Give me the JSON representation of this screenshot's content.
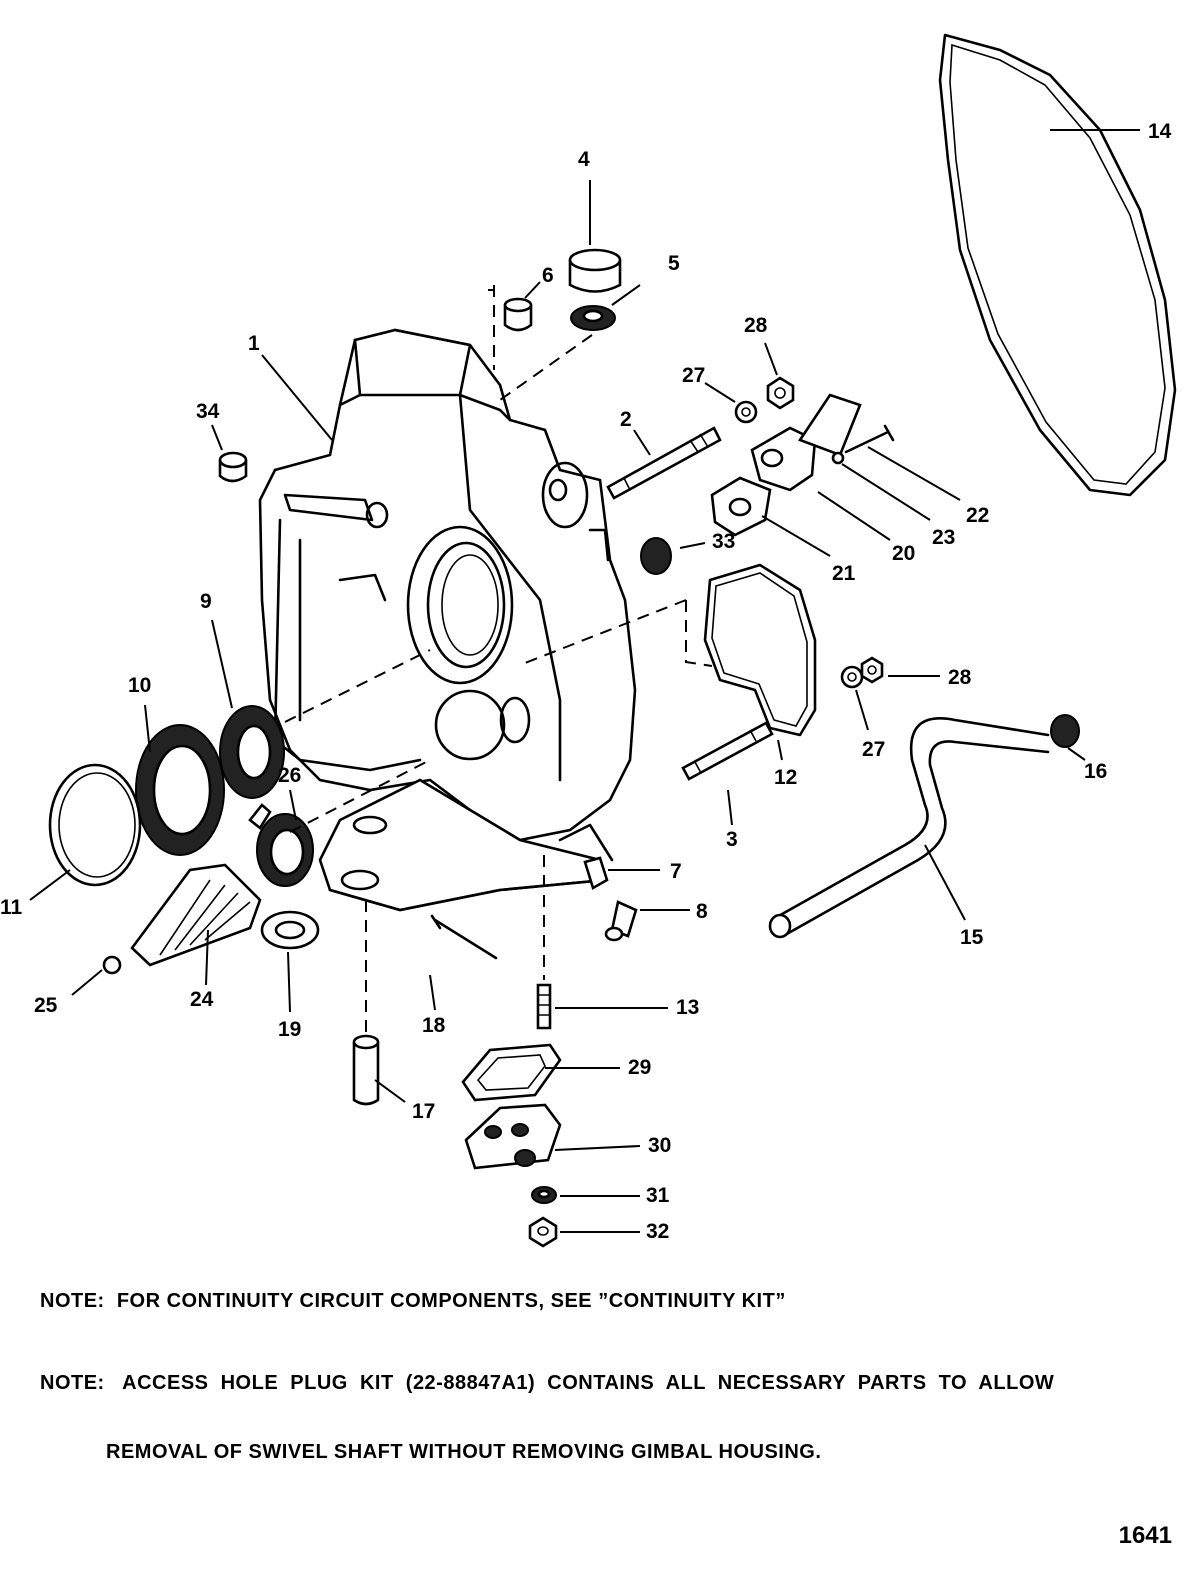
{
  "callouts": [
    {
      "id": "1",
      "label": "1"
    },
    {
      "id": "2",
      "label": "2"
    },
    {
      "id": "3",
      "label": "3"
    },
    {
      "id": "4",
      "label": "4"
    },
    {
      "id": "5",
      "label": "5"
    },
    {
      "id": "6",
      "label": "6"
    },
    {
      "id": "7",
      "label": "7"
    },
    {
      "id": "8",
      "label": "8"
    },
    {
      "id": "9",
      "label": "9"
    },
    {
      "id": "10",
      "label": "10"
    },
    {
      "id": "11",
      "label": "11"
    },
    {
      "id": "12",
      "label": "12"
    },
    {
      "id": "13",
      "label": "13"
    },
    {
      "id": "14",
      "label": "14"
    },
    {
      "id": "15",
      "label": "15"
    },
    {
      "id": "16",
      "label": "16"
    },
    {
      "id": "17",
      "label": "17"
    },
    {
      "id": "18",
      "label": "18"
    },
    {
      "id": "19",
      "label": "19"
    },
    {
      "id": "20",
      "label": "20"
    },
    {
      "id": "21",
      "label": "21"
    },
    {
      "id": "22",
      "label": "22"
    },
    {
      "id": "23",
      "label": "23"
    },
    {
      "id": "24",
      "label": "24"
    },
    {
      "id": "25",
      "label": "25"
    },
    {
      "id": "26",
      "label": "26"
    },
    {
      "id": "27a",
      "label": "27"
    },
    {
      "id": "27b",
      "label": "27"
    },
    {
      "id": "28a",
      "label": "28"
    },
    {
      "id": "28b",
      "label": "28"
    },
    {
      "id": "29",
      "label": "29"
    },
    {
      "id": "30",
      "label": "30"
    },
    {
      "id": "31",
      "label": "31"
    },
    {
      "id": "32",
      "label": "32"
    },
    {
      "id": "33",
      "label": "33"
    },
    {
      "id": "34",
      "label": "34"
    }
  ],
  "notes": {
    "note1": "NOTE:  FOR CONTINUITY CIRCUIT COMPONENTS, SEE ”CONTINUITY KIT”",
    "note2_line1": "NOTE:   ACCESS  HOLE  PLUG  KIT  (22-88847A1)  CONTAINS  ALL  NECESSARY  PARTS  TO  ALLOW",
    "note2_line2": "REMOVAL OF SWIVEL SHAFT WITHOUT REMOVING GIMBAL HOUSING."
  },
  "page_number": "1641"
}
